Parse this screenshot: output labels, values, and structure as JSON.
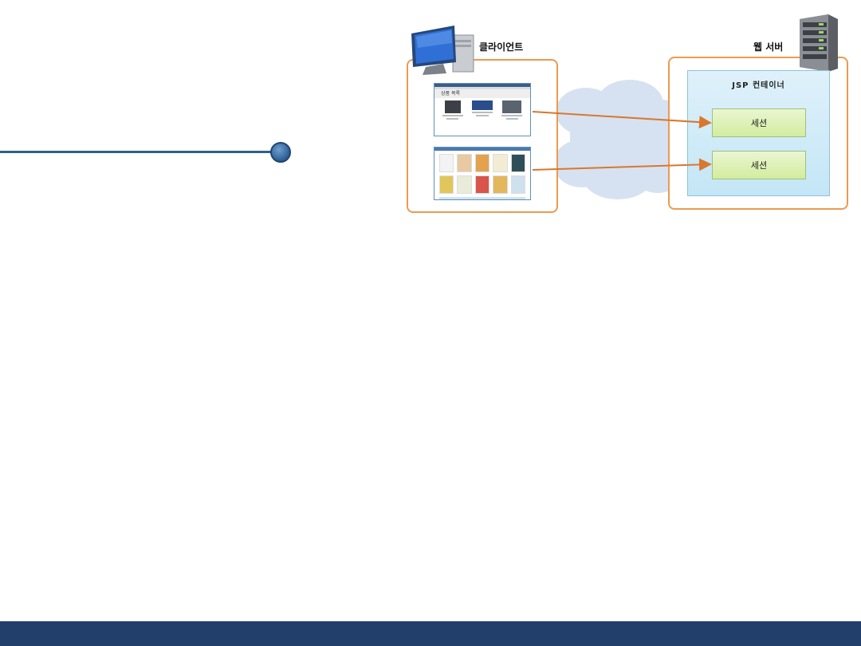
{
  "diagram": {
    "client_label": "클라이언트",
    "server_label": "웹 서버",
    "container_label": "JSP 컨테이너",
    "sessions": [
      "세션",
      "세션"
    ],
    "thumbnail_title": "상품 목록"
  },
  "colors": {
    "box_border": "#eb9b4f",
    "arrow": "#d9772e",
    "container_fill": "#c4e6f6",
    "session_fill": "#d3ec9f",
    "footer": "#223e6b",
    "cloud": "#d6e2f1"
  },
  "icons": [
    "computer-icon",
    "server-icon",
    "cloud-icon"
  ]
}
